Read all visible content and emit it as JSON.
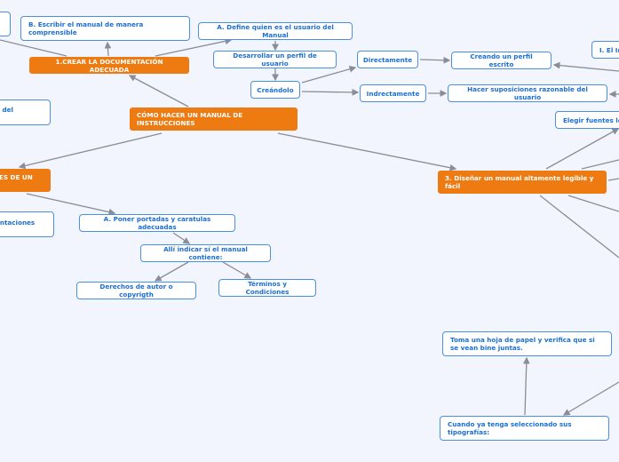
{
  "root": {
    "label": "CÓMO HACER UN MANUAL DE INSTRUCCIONES"
  },
  "branch1": {
    "label": "1.CREAR LA DOCUMENTACIÓN ADECUADA",
    "b": "B.  Escribir  el manual de manera comprensible",
    "a": "A. Define quien es el usuario del Manual",
    "perfil": "Desarrollar un perfil de usuario",
    "creandolo": "Creándolo",
    "directamente": "Directamente",
    "creando_perfil": "Creando un perfil escrito",
    "indirectamente": "Indrectamente",
    "hacer": "Hacer suposiciones razonable del usuario",
    "i_partial": "I. El In",
    "left_partial": "o del"
  },
  "branch2": {
    "label_partial": "TES DE UN",
    "left_partial": "entaciones",
    "poner": "A. Poner portadas y caratulas adecuadas",
    "alli": "Allí indicar sí el manual contiene:",
    "derechos": "Derechos de autor o copyrigth",
    "terminos": "Términos y Condiciones"
  },
  "branch3": {
    "label": "3. Diseñar un manual altamente legible y fácil",
    "elegir_partial": "Elegir fuentes le",
    "toma": "Toma una hoja de papel y verifica que si se vean bine juntas.",
    "cuando": "Cuando ya tenga seleccionado sus tipografías:"
  }
}
